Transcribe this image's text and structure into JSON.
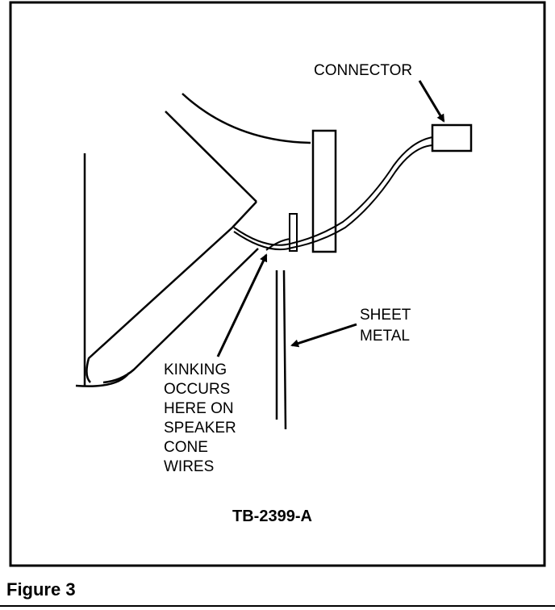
{
  "labels": {
    "connector": "CONNECTOR",
    "sheet_metal": [
      "SHEET",
      "METAL"
    ],
    "kinking": [
      "KINKING",
      "OCCURS",
      "HERE ON",
      "SPEAKER",
      "CONE",
      "WIRES"
    ],
    "drawing_number": "TB-2399-A"
  },
  "caption": "Figure 3",
  "colors": {
    "ink": "#000000",
    "paper": "#ffffff"
  }
}
